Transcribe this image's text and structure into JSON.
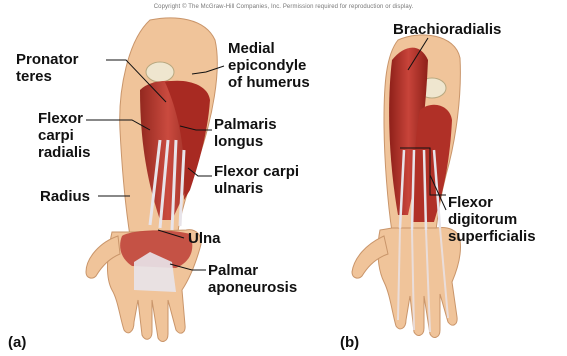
{
  "copyright": "Copyright © The McGraw-Hill Companies, Inc. Permission required for reproduction or display.",
  "panel_a": {
    "tag": "(a)",
    "labels": {
      "pronator_teres": [
        "Pronator",
        "teres"
      ],
      "flexor_carpi_radialis": [
        "Flexor",
        "carpi",
        "radialis"
      ],
      "radius": [
        "Radius"
      ],
      "medial_epicondyle": [
        "Medial",
        "epicondyle",
        "of humerus"
      ],
      "palmaris_longus": [
        "Palmaris",
        "longus"
      ],
      "flexor_carpi_ulnaris": [
        "Flexor carpi",
        "ulnaris"
      ],
      "ulna": [
        "Ulna"
      ],
      "palmar_aponeurosis": [
        "Palmar",
        "aponeurosis"
      ]
    }
  },
  "panel_b": {
    "tag": "(b)",
    "labels": {
      "brachioradialis": [
        "Brachioradialis"
      ],
      "flexor_digitorum_superficialis": [
        "Flexor",
        "digitorum",
        "superficialis"
      ]
    }
  },
  "colors": {
    "skin": "#f0c49a",
    "muscle": "#b8322a",
    "muscle_dark": "#8e2019",
    "tendon": "#e8e4ea",
    "bone": "#efe6cf"
  }
}
